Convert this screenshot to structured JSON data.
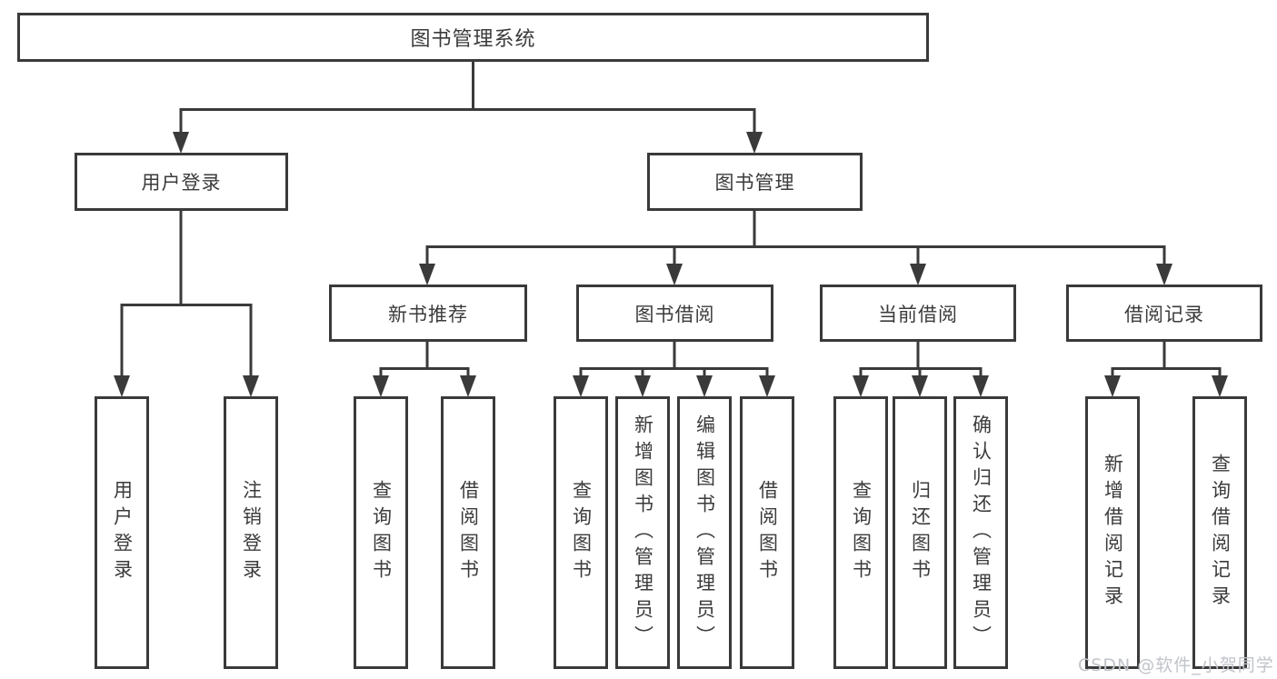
{
  "colors": {
    "line": "#3a3a3a",
    "box_border": "#3a3a3a",
    "text": "#3b3b3b",
    "background": "#ffffff",
    "watermark": "#c0c3c9"
  },
  "tree": {
    "root": {
      "label": "图书管理系统"
    },
    "children": [
      {
        "label": "用户登录",
        "children": [
          {
            "label": "用户登录"
          },
          {
            "label": "注销登录"
          }
        ]
      },
      {
        "label": "图书管理",
        "children": [
          {
            "label": "新书推荐",
            "children": [
              {
                "label": "查询图书"
              },
              {
                "label": "借阅图书"
              }
            ]
          },
          {
            "label": "图书借阅",
            "children": [
              {
                "label": "查询图书"
              },
              {
                "label": "新增图书（管理员）"
              },
              {
                "label": "编辑图书（管理员）"
              },
              {
                "label": "借阅图书"
              }
            ]
          },
          {
            "label": "当前借阅",
            "children": [
              {
                "label": "查询图书"
              },
              {
                "label": "归还图书"
              },
              {
                "label": "确认归还（管理员）"
              }
            ]
          },
          {
            "label": "借阅记录",
            "children": [
              {
                "label": "新增借阅记录"
              },
              {
                "label": "查询借阅记录"
              }
            ]
          }
        ]
      }
    ]
  },
  "watermark": "CSDN @软件_小贺同学"
}
